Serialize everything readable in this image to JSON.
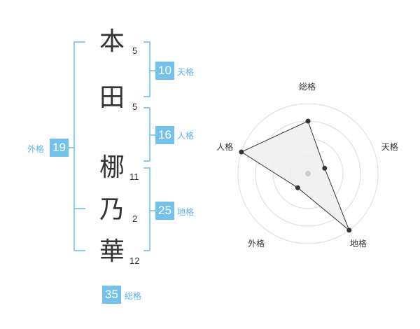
{
  "name": {
    "chars": [
      "本",
      "田",
      "梛",
      "乃",
      "華"
    ],
    "strokes": [
      5,
      5,
      11,
      2,
      12
    ]
  },
  "kakusu": {
    "tenkaku": {
      "label": "天格",
      "value": 10
    },
    "jinkaku": {
      "label": "人格",
      "value": 16
    },
    "chikaku": {
      "label": "地格",
      "value": 25
    },
    "gaikaku": {
      "label": "外格",
      "value": 19
    },
    "soukaku": {
      "label": "総格",
      "value": 35
    }
  },
  "colors": {
    "accent": "#74c2ec",
    "accent_text": "#5fb3e6",
    "bracket": "#8ccdf0",
    "radar_fill": "#eeeeee",
    "ring": "#dddddd"
  },
  "chart_data": {
    "type": "radar",
    "axes": [
      "総格",
      "天格",
      "地格",
      "外格",
      "人格"
    ],
    "values": [
      3,
      1,
      4,
      1,
      4
    ],
    "rmax": 4,
    "rings": 4
  }
}
